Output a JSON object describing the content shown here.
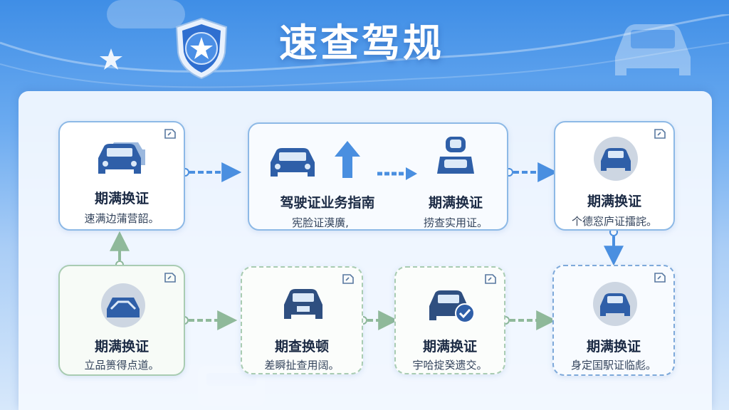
{
  "header": {
    "title": "速查驾规"
  },
  "colors": {
    "primary_blue": "#2f5fa8",
    "accent_blue": "#4a8fe0",
    "card_green_border": "#a9ccb2",
    "card_blue_border": "#8db9e6"
  },
  "icons": {
    "badge": "police-badge-icon",
    "car": "car-icon",
    "arrow_up": "arrow-up-icon",
    "seat": "car-seat-icon",
    "check_car": "car-check-icon",
    "corner": "share-corner-icon"
  },
  "cards": {
    "c1": {
      "title": "期满换证",
      "sub": "速满边蒲营韶。"
    },
    "c2": {
      "title": "驾驶证业务指南",
      "sub": "宪脸证漠廣,"
    },
    "c3": {
      "title": "期满换证",
      "sub": "捞查实用证。"
    },
    "c4": {
      "title": "期满换证",
      "sub": "个德窓庐证擂詫。"
    },
    "c5": {
      "title": "期满换证",
      "sub": "立品篑得点道。"
    },
    "c6": {
      "title": "期查换顿",
      "sub": "差瞬扯查用阔。"
    },
    "c7": {
      "title": "期满换证",
      "sub": "宇哈掟癸遗交。"
    },
    "c8": {
      "title": "期满换证",
      "sub": "身定囯駅证临彪。"
    }
  }
}
